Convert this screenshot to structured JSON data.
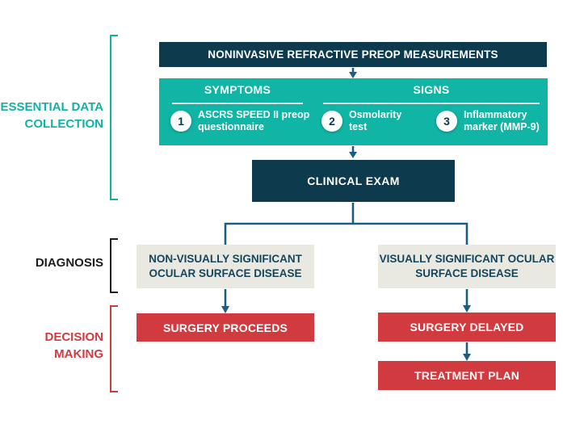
{
  "colors": {
    "navy": "#0e3a4d",
    "teal": "#10b5a5",
    "teal-text": "#10b3a3",
    "connector": "#1b5e80",
    "red": "#d13b3f",
    "gray": "#e9e8e1",
    "gray-text": "#16465c",
    "black-label": "#1d1d1b"
  },
  "sidebar": {
    "essential_data_collection": "ESSENTIAL DATA COLLECTION",
    "diagnosis": "DIAGNOSIS",
    "decision_making": "DECISION MAKING"
  },
  "flow": {
    "top_box": "NONINVASIVE REFRACTIVE PREOP MEASUREMENTS",
    "collection": {
      "symptoms_header": "SYMPTOMS",
      "signs_header": "SIGNS",
      "items": [
        {
          "number": "1",
          "text": "ASCRS SPEED II preop questionnaire"
        },
        {
          "number": "2",
          "text": "Osmolarity test"
        },
        {
          "number": "3",
          "text": "Inflammatory marker (MMP-9)"
        }
      ]
    },
    "clinical_exam": "CLINICAL EXAM",
    "diagnosis": {
      "non_visually_significant": "NON-VISUALLY SIGNIFICANT OCULAR SURFACE DISEASE",
      "visually_significant": "VISUALLY SIGNIFICANT OCULAR SURFACE DISEASE"
    },
    "decision": {
      "surgery_proceeds": "SURGERY PROCEEDS",
      "surgery_delayed": "SURGERY DELAYED",
      "treatment_plan": "TREATMENT PLAN"
    }
  }
}
